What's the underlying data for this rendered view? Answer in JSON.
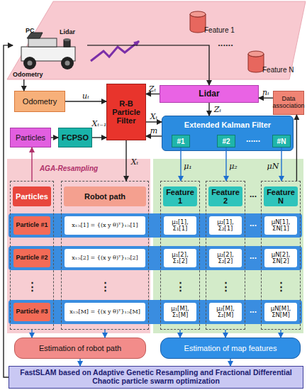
{
  "diagram": {
    "nodes": [
      {
        "text": [
          "PC",
          "Lidar",
          "Odometry"
        ]
      },
      {
        "text": [
          "Feature 1"
        ]
      },
      {
        "text": [
          "Feature N"
        ]
      },
      {
        "text": [
          "Odometry"
        ]
      },
      {
        "text": [
          "R-B Particle Filter"
        ]
      },
      {
        "text": [
          "Lidar"
        ]
      },
      {
        "text": [
          "Data association"
        ]
      },
      {
        "text": [
          "Particles"
        ]
      },
      {
        "text": [
          "FCPSO"
        ]
      },
      {
        "text": [
          "Extended Kalman Filter"
        ]
      },
      {
        "text": [
          "#1"
        ],
        "in": 9
      },
      {
        "text": [
          "#2"
        ],
        "in": 9
      },
      {
        "text": [
          "#N"
        ],
        "in": 9
      },
      {
        "text": [
          "Particles",
          "Particle #1",
          "Particle #2",
          "⋮",
          "Particle #3"
        ]
      },
      {
        "text": [
          "Robot path",
          "x₁:ₜ[1] = {(x y θ)ᵀ}₁:ₜ[1]",
          "x₁:ₜ[2] = {(x y θ)ᵀ}₁:ₜ[2]",
          "⋮",
          "x₁:ₜ[M] = {(x y θ)ᵀ}₁:ₜ[M]"
        ]
      },
      {
        "text": [
          "Feature 1",
          "μ₁[1], Σ₁[1]",
          "μ₁[2], Σ₁[2]",
          "⋮",
          "μ₁[M], Σ₁[M]"
        ]
      },
      {
        "text": [
          "Feature 2",
          "μ₂[1], Σ₂[1]",
          "μ₂[2], Σ₂[2]",
          "⋮",
          "μ₂[M], Σ₂[M]"
        ]
      },
      {
        "text": [
          "Feature N",
          "μN[1], ΣN[1]",
          "μN[2], ΣN[2]",
          "⋮",
          "μN[M], ΣN[M]"
        ]
      },
      {
        "text": [
          "Estimation of robot path"
        ]
      },
      {
        "text": [
          "Estimation of map features"
        ]
      },
      {
        "text": [
          "FastSLAM based on Adaptive Genetic Resampling and Fractional Differential Chaotic particle swarm optimization"
        ]
      }
    ],
    "edges": [
      {
        "from": 0,
        "to": 3,
        "arrow": "to"
      },
      {
        "from": 0,
        "to": 5,
        "arrow": "to"
      },
      {
        "from": 3,
        "to": 4,
        "label": "uₜ",
        "arrow": "to"
      },
      {
        "from": 5,
        "to": 4,
        "label": "Zₜ",
        "arrow": "to"
      },
      {
        "from": 5,
        "to": 9,
        "label": "Zₜ",
        "arrow": "to"
      },
      {
        "from": 4,
        "to": 9,
        "label": "Xₜ",
        "arrow": "to"
      },
      {
        "from": 9,
        "to": 4,
        "label": "m",
        "arrow": "to"
      },
      {
        "from": 6,
        "to": 5,
        "label": "nₜ",
        "arrow": "to"
      },
      {
        "from": 7,
        "to": 8,
        "arrow": "to"
      },
      {
        "from": 8,
        "to": 4,
        "label": "Xₜ₋₁",
        "arrow": "to"
      },
      {
        "from": 4,
        "to": 14,
        "label": "Xₜ",
        "arrow": "to"
      },
      {
        "from": 10,
        "to": 15,
        "label": "μ₁",
        "arrow": "to"
      },
      {
        "from": 11,
        "to": 16,
        "label": "μ₂",
        "arrow": "to"
      },
      {
        "from": 12,
        "to": 17,
        "label": "μN",
        "arrow": "to"
      },
      {
        "from": 13,
        "to": 7,
        "label": "AGA-Resampling",
        "arrow": "to"
      },
      {
        "from": 17,
        "to": 6,
        "arrow": "to"
      },
      {
        "from": 13,
        "to": 18,
        "arrow": "to"
      },
      {
        "from": 14,
        "to": 18,
        "arrow": "to"
      },
      {
        "from": 15,
        "to": 19,
        "arrow": "to"
      },
      {
        "from": 16,
        "to": 19,
        "arrow": "to"
      },
      {
        "from": 17,
        "to": 19,
        "arrow": "to"
      },
      {
        "from": 18,
        "to": 20,
        "arrow": "to"
      },
      {
        "from": 19,
        "to": 20,
        "arrow": "to"
      },
      {
        "from": 20,
        "to": 0,
        "arrow": "to"
      }
    ],
    "labels": [
      "......",
      "......",
      "...",
      "...",
      "...",
      "..."
    ]
  }
}
